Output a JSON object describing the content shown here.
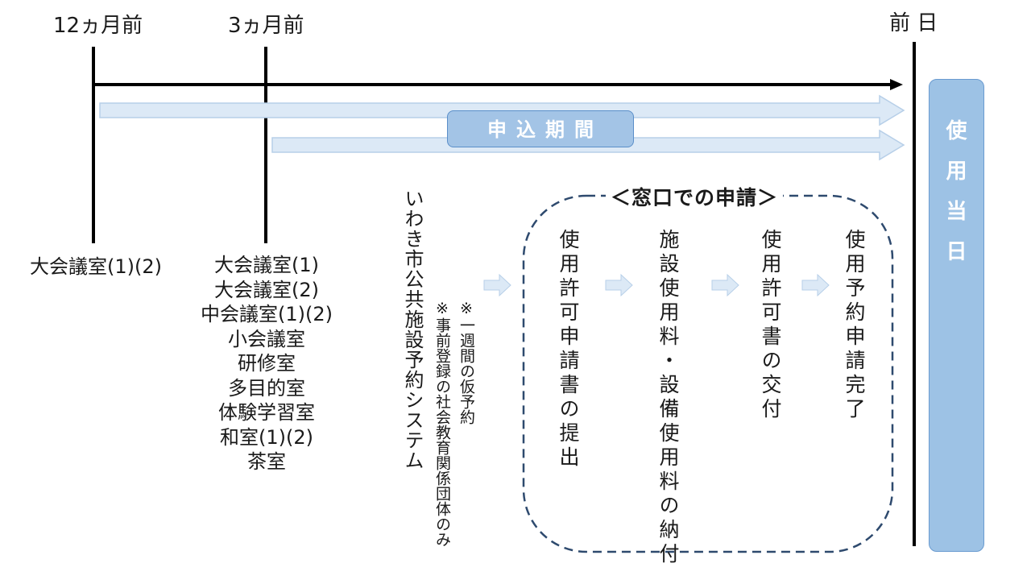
{
  "timeline": {
    "label_12m": "12ヵ月前",
    "label_3m": "3ヵ月前",
    "label_prev_day": "前 日"
  },
  "period_badge": "申込期間",
  "day_of_use": [
    "使",
    "用",
    "当",
    "日"
  ],
  "rooms_12m": [
    "大会議室(1)(2)"
  ],
  "rooms_3m": [
    "大会議室(1)",
    "大会議室(2)",
    "中会議室(1)(2)",
    "小会議室",
    "研修室",
    "多目的室",
    "体験学習室",
    "和室(1)(2)",
    "茶室"
  ],
  "system": {
    "name": "いわき市公共施設予約システム",
    "note1": "※一週間の仮予約",
    "note2": "※事前登録の社会教育関係団体のみ"
  },
  "window": {
    "title": "＜窓口での申請＞",
    "steps": [
      "使用許可申請書の提出",
      "施設使用料・設備使用料の納付",
      "使用許可書の交付",
      "使用予約申請完了"
    ]
  },
  "colors": {
    "accent": "#a3c4e6",
    "arrow_fill": "#dce9f6",
    "dash": "#2e4a6e"
  }
}
